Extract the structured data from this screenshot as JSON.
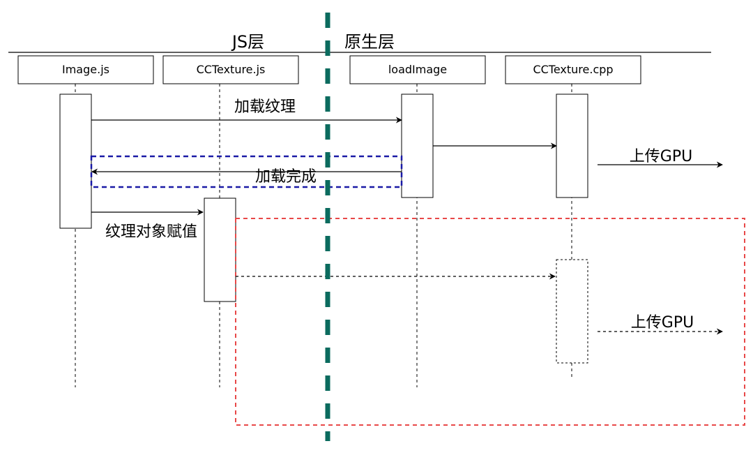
{
  "layers": {
    "js": "JS层",
    "native": "原生层"
  },
  "actors": [
    {
      "id": "image_js",
      "label": "Image.js"
    },
    {
      "id": "cctexture_js",
      "label": "CCTexture.js"
    },
    {
      "id": "loadimage",
      "label": "loadImage"
    },
    {
      "id": "cctexture_cpp",
      "label": "CCTexture.cpp"
    }
  ],
  "messages": {
    "load_texture": "加载纹理",
    "load_complete": "加载完成",
    "assign_texture": "纹理对象赋值",
    "upload_gpu_1": "上传GPU",
    "upload_gpu_2": "上传GPU"
  },
  "colors": {
    "divider": "#0b6b5e",
    "blue_highlight": "#1a1aa6",
    "red_highlight": "#e84848",
    "line": "#000000"
  }
}
